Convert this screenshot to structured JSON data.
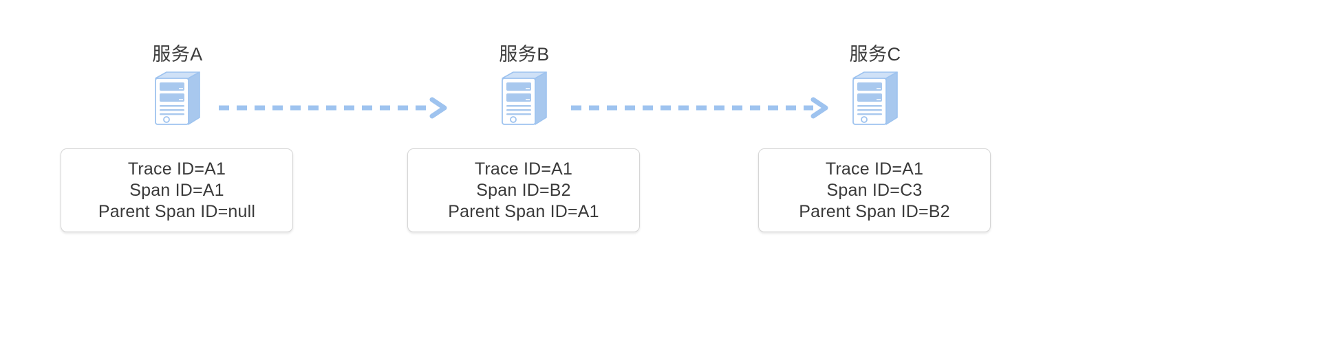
{
  "diagram": {
    "title": "distributed-tracing-span-propagation",
    "background_color": "#ffffff",
    "text_color": "#3a3a3a",
    "accent_color": "#a8c8ee",
    "arrow_color": "#9ec3ef",
    "card_border_color": "#d6d6d6"
  },
  "nodes": [
    {
      "label": "服务A",
      "icon": "server-icon",
      "card": {
        "trace_id": "Trace ID=A1",
        "span_id": "Span ID=A1",
        "parent_span_id": "Parent Span ID=null"
      }
    },
    {
      "label": "服务B",
      "icon": "server-icon",
      "card": {
        "trace_id": "Trace ID=A1",
        "span_id": "Span ID=B2",
        "parent_span_id": "Parent Span ID=A1"
      }
    },
    {
      "label": "服务C",
      "icon": "server-icon",
      "card": {
        "trace_id": "Trace ID=A1",
        "span_id": "Span ID=C3",
        "parent_span_id": "Parent Span ID=B2"
      }
    }
  ],
  "arrows": [
    {
      "name": "arrow-a-to-b",
      "style": "dashed",
      "direction": "right"
    },
    {
      "name": "arrow-b-to-c",
      "style": "dashed",
      "direction": "right"
    }
  ]
}
